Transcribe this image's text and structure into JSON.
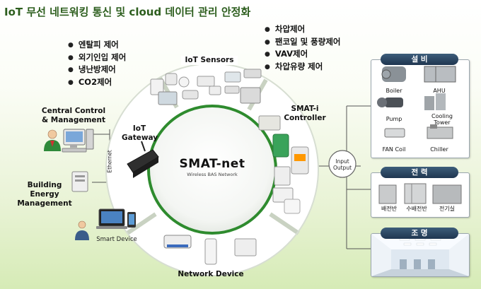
{
  "title": "IoT 무선 네트워킹 통신 및 cloud 데이터 관리 안정화",
  "left_controls": [
    "엔탈피 제어",
    "외기인입 제어",
    "냉난방제어",
    "CO2제어"
  ],
  "right_controls": [
    "차압제어",
    "팬코일 및 풍량제어",
    "VAV제어",
    "차압유량 제어"
  ],
  "ring": {
    "iot_sensors": "IoT Sensors",
    "smat_controller_line1": "SMAT-i",
    "smat_controller_line2": "Controller",
    "network_device": "Network Device",
    "center_logo": "SMAT-net",
    "center_sub": "Wireless BAS Network"
  },
  "left_side": {
    "central_line1": "Central Control",
    "central_line2": "& Management",
    "bem_line1": "Building",
    "bem_line2": "Energy",
    "bem_line3": "Management",
    "gateway_line1": "IoT",
    "gateway_line2": "Gateway",
    "ethernet": "Ethernet",
    "smart_device": "Smart Device"
  },
  "io_hub": {
    "line1": "Input",
    "line2": "Output"
  },
  "panels": {
    "equipment": {
      "title": "설 비",
      "items": [
        "Boiler",
        "AHU",
        "Pump",
        "Cooling Tower",
        "FAN Coil",
        "Chiller"
      ]
    },
    "power": {
      "title": "전 력",
      "items": [
        "배전반",
        "수배전반",
        "전기실"
      ]
    },
    "lighting": {
      "title": "조 명"
    }
  },
  "colors": {
    "title": "#2d5e1e",
    "ring": "#2e8b2e",
    "panel_header": "#2a4560"
  }
}
